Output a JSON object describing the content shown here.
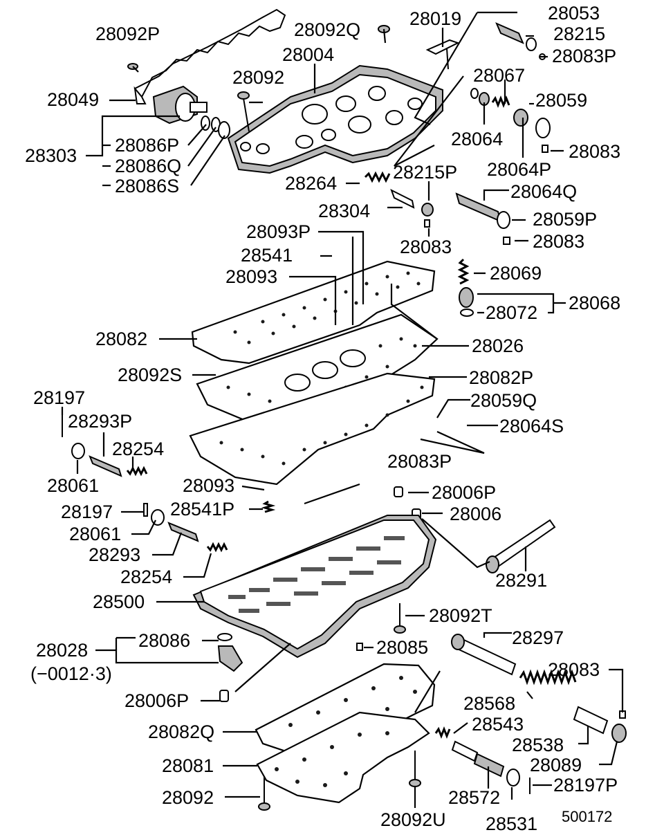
{
  "diagram": {
    "figure_code": "500172",
    "labels": {
      "l28092P_top": "28092P",
      "l28092Q": "28092Q",
      "l28019": "28019",
      "l28053": "28053",
      "l28215": "28215",
      "l28083P_top": "28083P",
      "l28004": "28004",
      "l28092_top": "28092",
      "l28067": "28067",
      "l28049": "28049",
      "l28059": "28059",
      "l28064": "28064",
      "l28083_a": "28083",
      "l28303": "28303",
      "l28086P": "28086P",
      "l28086Q": "28086Q",
      "l28086S": "28086S",
      "l28064P": "28064P",
      "l28264": "28264",
      "l28215P": "28215P",
      "l28064Q": "28064Q",
      "l28304": "28304",
      "l28059P": "28059P",
      "l28093P": "28093P",
      "l28083_b": "28083",
      "l28083_c": "28083",
      "l28541": "28541",
      "l28093_a": "28093",
      "l28069": "28069",
      "l28068": "28068",
      "l28072": "28072",
      "l28082": "28082",
      "l28026": "28026",
      "l28092S": "28092S",
      "l28082P": "28082P",
      "l28197_a": "28197",
      "l28059Q": "28059Q",
      "l28293P": "28293P",
      "l28064S": "28064S",
      "l28254_a": "28254",
      "l28083P_mid": "28083P",
      "l28061_a": "28061",
      "l28093_b": "28093",
      "l28006P_a": "28006P",
      "l28541P": "28541P",
      "l28197_b": "28197",
      "l28006": "28006",
      "l28061_b": "28061",
      "l28293": "28293",
      "l28254_b": "28254",
      "l28291": "28291",
      "l28500": "28500",
      "l28092T": "28092T",
      "l28086": "28086",
      "l28297": "28297",
      "l28028": "28028",
      "l28085": "28085",
      "l28028_note": "(−0012·3)",
      "l28083_d": "28083",
      "l28006P_b": "28006P",
      "l28568": "28568",
      "l28082Q": "28082Q",
      "l28543": "28543",
      "l28538": "28538",
      "l28081": "28081",
      "l28089": "28089",
      "l28092_bot": "28092",
      "l28572": "28572",
      "l28197P": "28197P",
      "l28092U": "28092U",
      "l28531": "28531"
    }
  }
}
